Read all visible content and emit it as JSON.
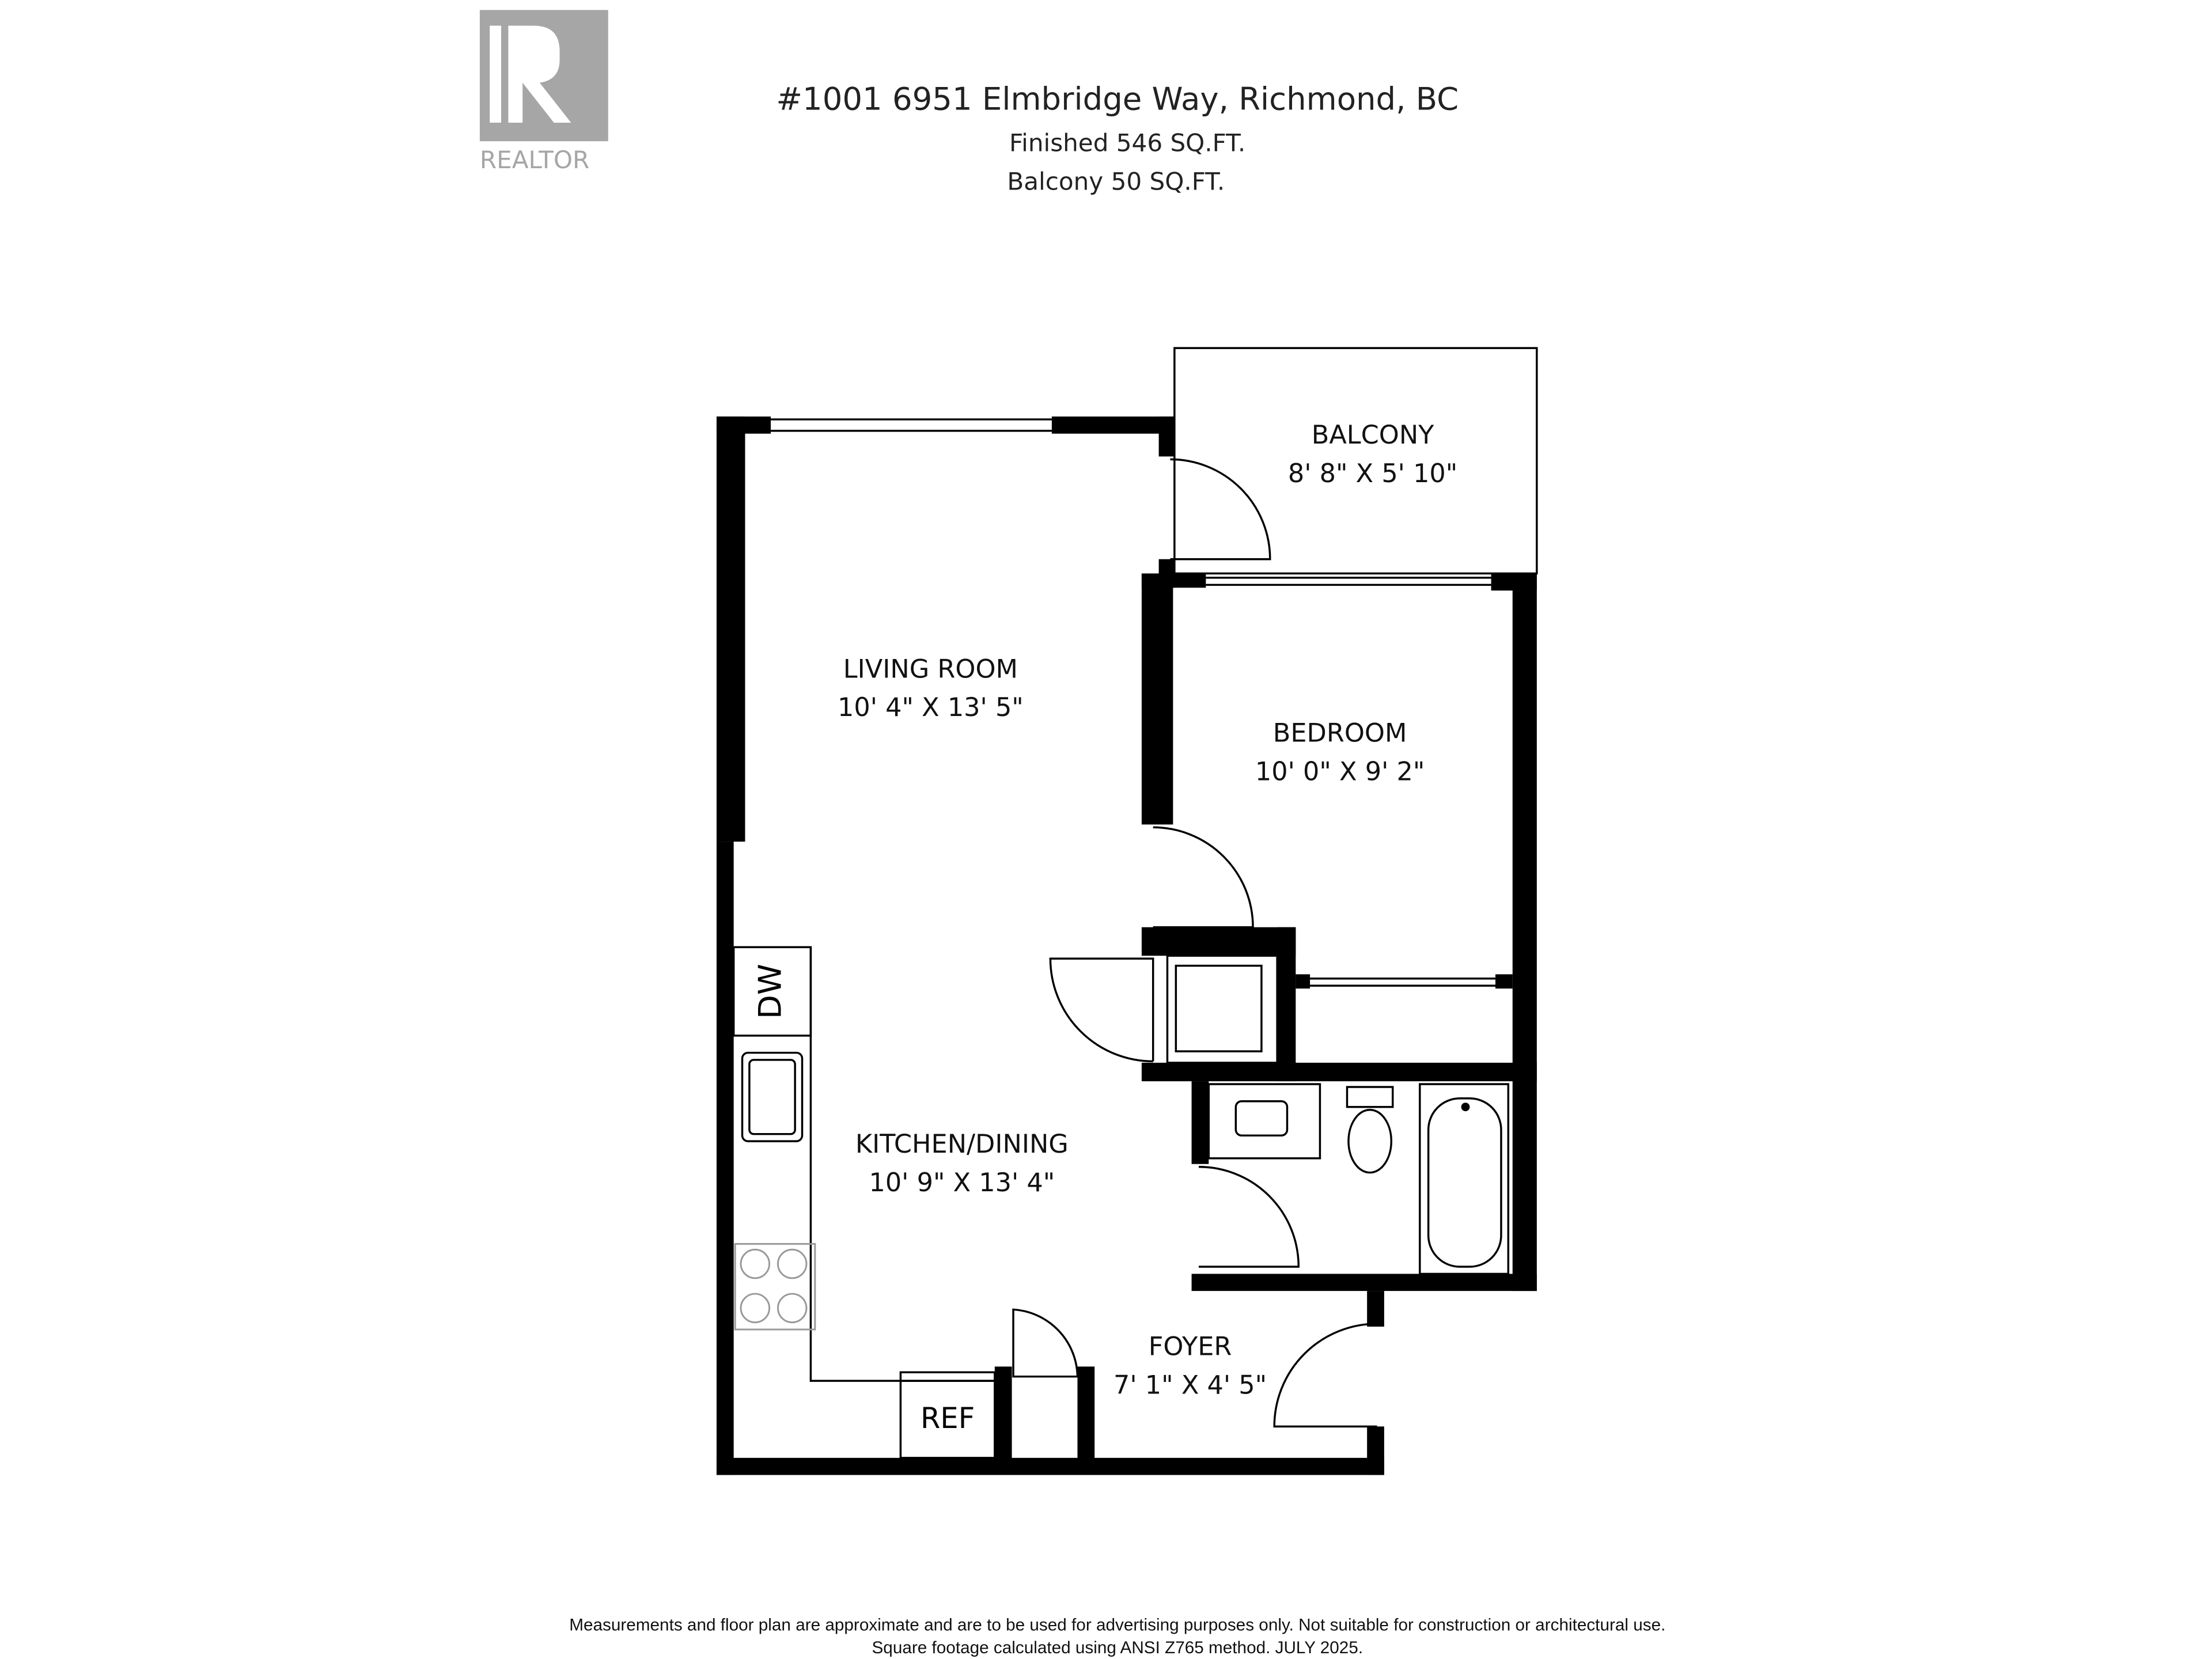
{
  "logo": {
    "brand_text": "REALTOR",
    "mark": "R"
  },
  "header": {
    "address": "#1001 6951 Elmbridge Way, Richmond, BC",
    "finished": "Finished  546 SQ.FT.",
    "balcony": "Balcony  50 SQ.FT."
  },
  "rooms": {
    "balcony": {
      "name": "BALCONY",
      "dims": "8' 8\" X 5' 10\""
    },
    "living": {
      "name": "LIVING ROOM",
      "dims": "10' 4\" X 13' 5\""
    },
    "bedroom": {
      "name": "BEDROOM",
      "dims": "10' 0\" X 9' 2\""
    },
    "kitchen": {
      "name": "KITCHEN/DINING",
      "dims": "10' 9\" X 13' 4\""
    },
    "foyer": {
      "name": "FOYER",
      "dims": "7' 1\" X 4' 5\""
    }
  },
  "fixtures": {
    "dishwasher": "DW",
    "fridge": "REF"
  },
  "footer": {
    "line1": "Measurements and floor plan are approximate and are to be used for advertising purposes only. Not suitable for construction or architectural use.",
    "line2": "Square footage calculated using ANSI Z765 method. JULY 2025."
  }
}
